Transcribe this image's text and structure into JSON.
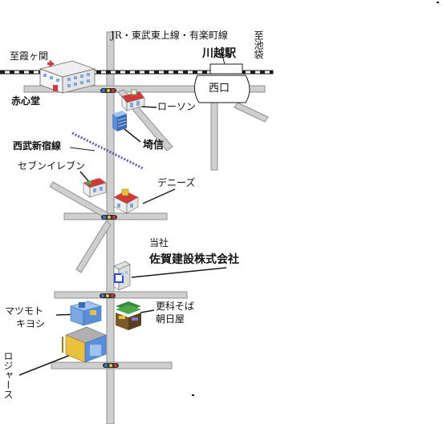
{
  "labels": {
    "rail_line_top": "JR・東武東上線・有楽町線",
    "to_ikebukuro": "至池袋",
    "to_kasumigaseki": "至霞ヶ関",
    "station": "川越駅",
    "west_exit": "西口",
    "akashindo": "赤心堂",
    "lawson": "ローソン",
    "seibu_shinjuku_line": "西武新宿線",
    "saishin": "埼信",
    "seven_eleven": "セブンイレブン",
    "dennys": "デニーズ",
    "company_prefix": "当社",
    "company_name": "佐賀建設株式会社",
    "matsumoto_line1": "マツモト",
    "matsumoto_line2": "キヨシ",
    "sarashina_line1": "更科そば",
    "sarashina_line2": "朝日屋",
    "logistics": "ロジャース"
  },
  "colors": {
    "road": "#cfcfcf",
    "road_edge": "#8f8f8f",
    "rail_dark": "#1a1a1a",
    "seibu_rail": "#5a5ab8",
    "building_red_roof": "#d23a3a",
    "building_blue": "#5a8fd8",
    "building_green": "#4aa84a",
    "building_yellow": "#e8c23a"
  },
  "icons": [
    "hospital-icon",
    "convenience-store-icon",
    "bank-building-icon",
    "restaurant-icon",
    "office-building-icon",
    "drugstore-icon",
    "soba-shop-icon",
    "warehouse-icon",
    "traffic-light-icon"
  ]
}
